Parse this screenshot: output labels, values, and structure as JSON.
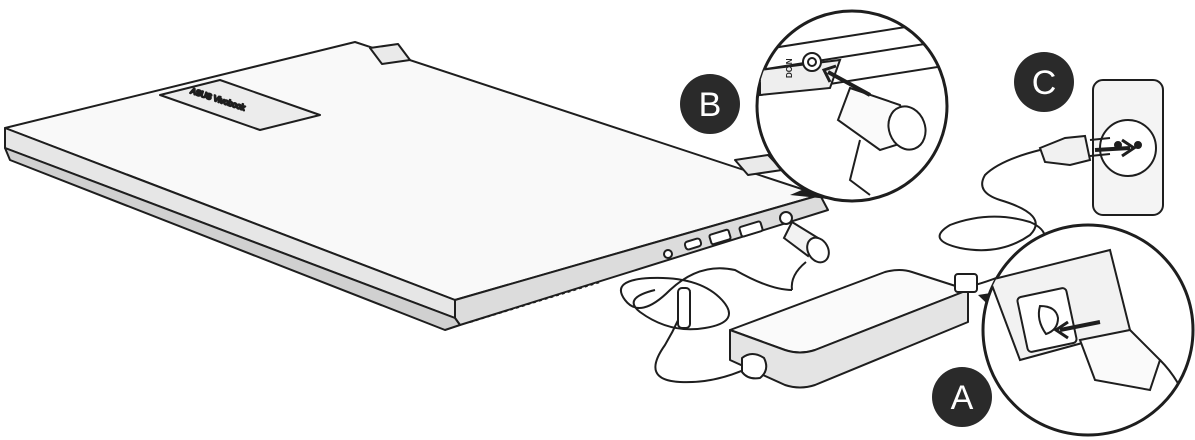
{
  "markers": {
    "a": "A",
    "b": "B",
    "c": "C"
  },
  "labels": {
    "port": "DCIN",
    "brand": "ASUS Vivobook"
  },
  "colors": {
    "marker_fill": "#2a2a2a",
    "line": "#1e1e1e",
    "panel_fill": "#f4f4f4"
  }
}
